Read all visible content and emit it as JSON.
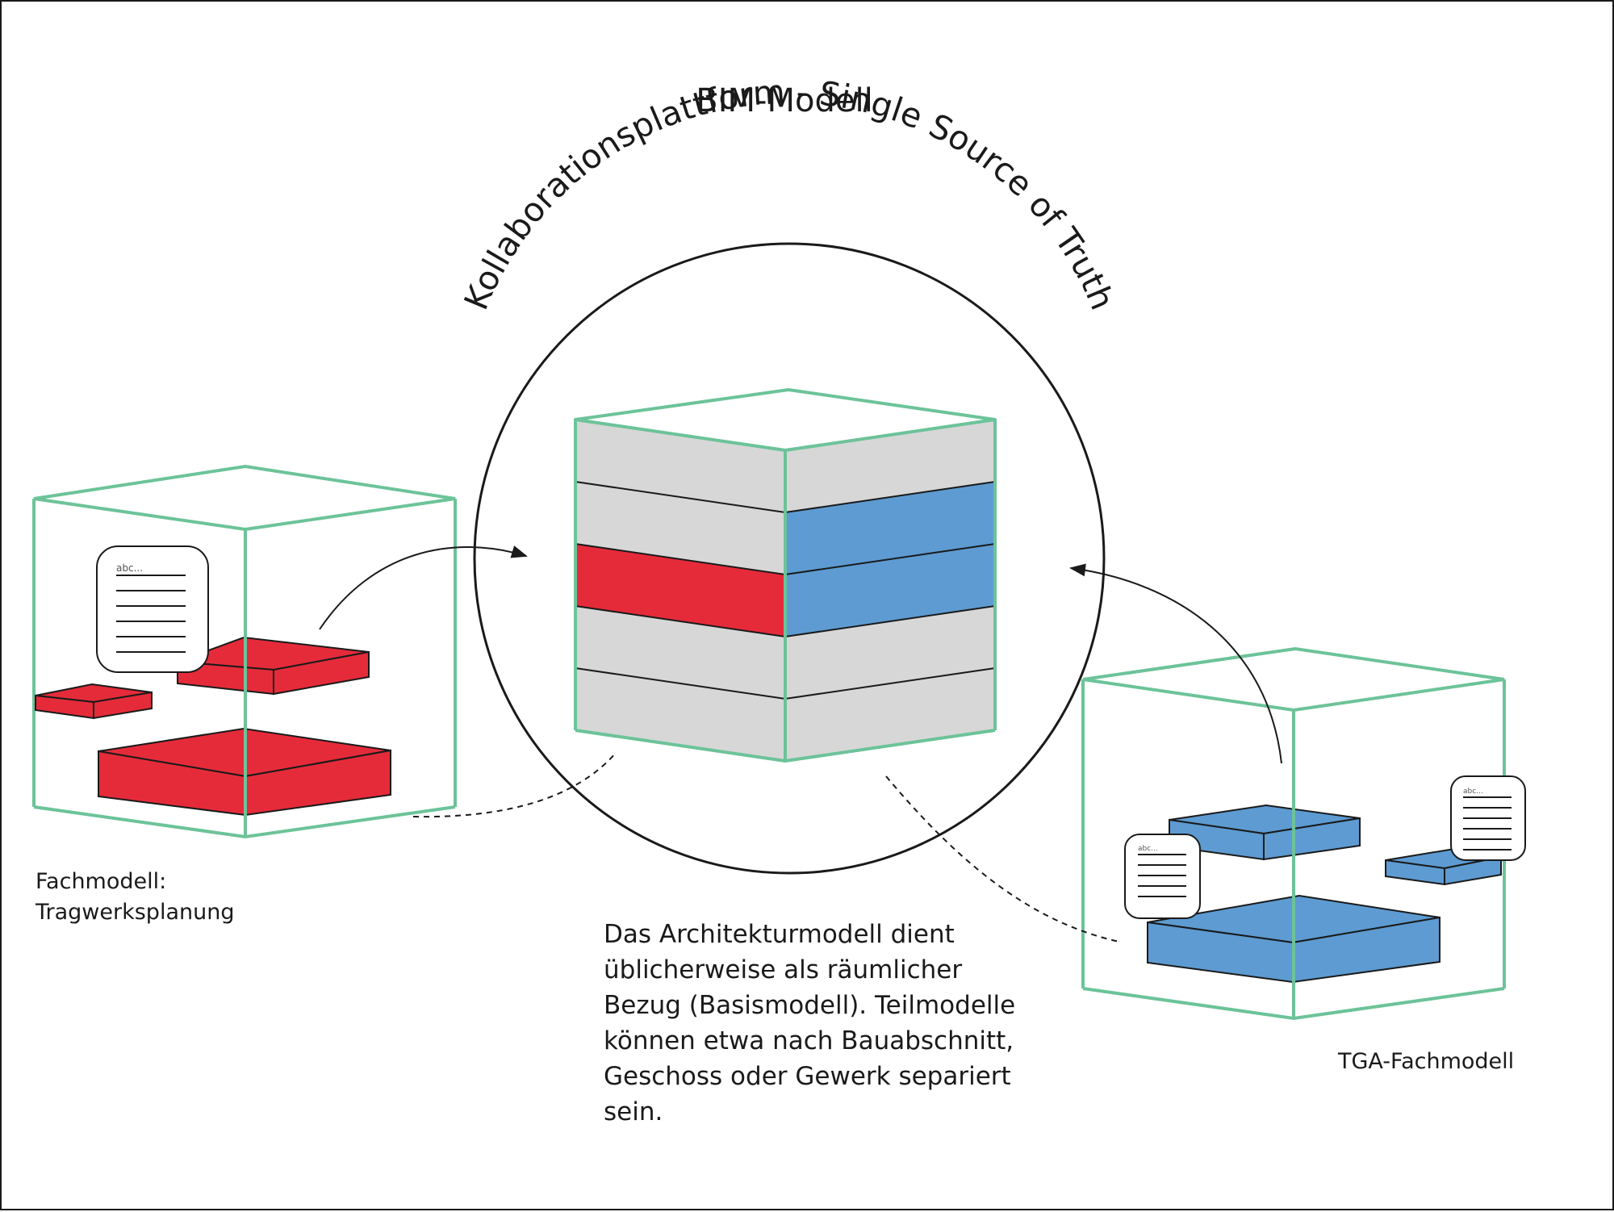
{
  "title": "BIM-Modell",
  "platform_label": "Kollaborationsplattform - Single Source of Truth",
  "left_model": {
    "label_line1": "Fachmodell:",
    "label_line2": "Tragwerksplanung",
    "doc_text": "abc..."
  },
  "right_model": {
    "label": "TGA-Fachmodell",
    "doc_text": "abc..."
  },
  "description": "Das Architekturmodell dient üblicherweise als räumlicher Bezug (Basismodell). Teilmodelle können etwa nach Bauabschnitt, Geschoss oder Gewerk separiert sein.",
  "colors": {
    "frame_green": "#6cc399",
    "structural_red": "#e52b3a",
    "mep_blue": "#5d9bd2",
    "layer_gray": "#d7d7d7",
    "outline": "#1a1a1a"
  },
  "icons": [
    "document-icon",
    "arrow-icon"
  ]
}
